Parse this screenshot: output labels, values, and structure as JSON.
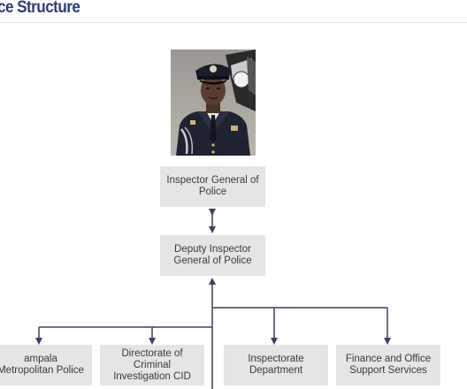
{
  "header": {
    "title": "ce Structure"
  },
  "portrait": {
    "alt": "Portrait of police officer in uniform"
  },
  "org": {
    "igp": "Inspector General of Police",
    "deputy": "Deputy Inspector General of Police",
    "departments": [
      {
        "label": "ampala Metropolitan Police"
      },
      {
        "label": "Directorate of Criminal Investigation CID"
      },
      {
        "label": "Inspectorate Department"
      },
      {
        "label": "Finance and Office Support Services"
      }
    ]
  },
  "colors": {
    "title": "#2f3a7c",
    "box": "#e5e5e5",
    "connector": "#3b4160"
  }
}
